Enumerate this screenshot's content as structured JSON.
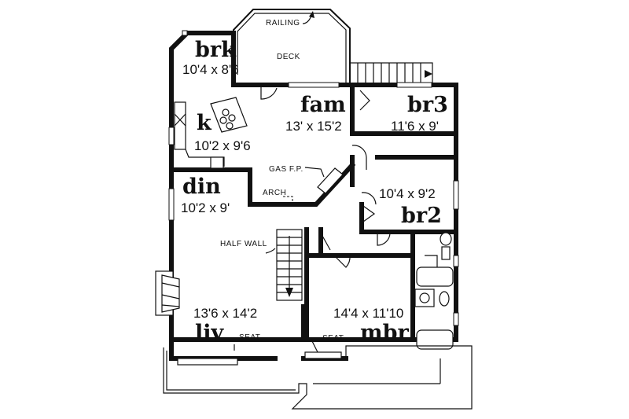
{
  "rooms": {
    "brk": {
      "name": "brk",
      "dims": "10'4 x 8'6"
    },
    "fam": {
      "name": "fam",
      "dims": "13' x 15'2"
    },
    "br3": {
      "name": "br3",
      "dims": "11'6 x 9'"
    },
    "k": {
      "name": "k",
      "dims": "10'2 x 9'6"
    },
    "din": {
      "name": "din",
      "dims": "10'2 x 9'"
    },
    "br2": {
      "name": "br2",
      "dims": "10'4 x 9'2"
    },
    "liv": {
      "name": "liv",
      "dims": "13'6 x 14'2"
    },
    "mbr": {
      "name": "mbr",
      "dims": "14'4 x 11'10"
    }
  },
  "annotations": {
    "railing": "RAILING",
    "deck": "DECK",
    "gas_fp": "GAS F.P.",
    "arch": "ARCH",
    "half_wall": "HALF WALL",
    "seat_liv": "SEAT",
    "seat_mbr": "SEAT"
  }
}
